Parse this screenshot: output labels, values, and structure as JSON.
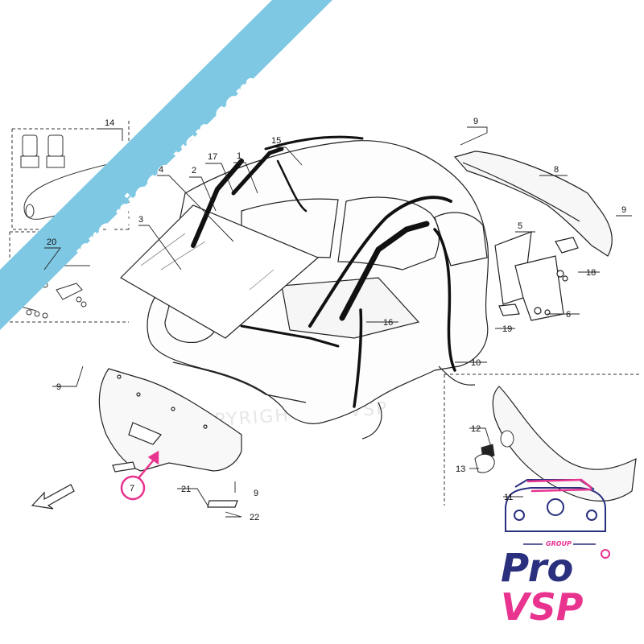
{
  "banner": {
    "text": "pro-piece-vsp.com",
    "color": "#7ec8e3"
  },
  "watermark": {
    "text": "COPYRIGHT Pro VSP"
  },
  "logo": {
    "group": "GROUP",
    "line1": "Pro",
    "line2": "VSP",
    "primary_color": "#2a2f7e",
    "accent_color": "#e8338f"
  },
  "callouts": {
    "c14": "14",
    "c15": "15",
    "c17": "17",
    "c1": "1",
    "c2": "2",
    "c4": "4",
    "c3": "3",
    "c20": "20",
    "c9_top": "9",
    "c8": "8",
    "c9_right": "9",
    "c5": "5",
    "c18": "18",
    "c6": "6",
    "c19": "19",
    "c16": "16",
    "c10": "10",
    "c9_left": "9",
    "c7": "7",
    "c21": "21",
    "c9_bottom": "9",
    "c22": "22",
    "c12": "12",
    "c13": "13",
    "c11": "11"
  },
  "highlight_color": "#e8338f"
}
